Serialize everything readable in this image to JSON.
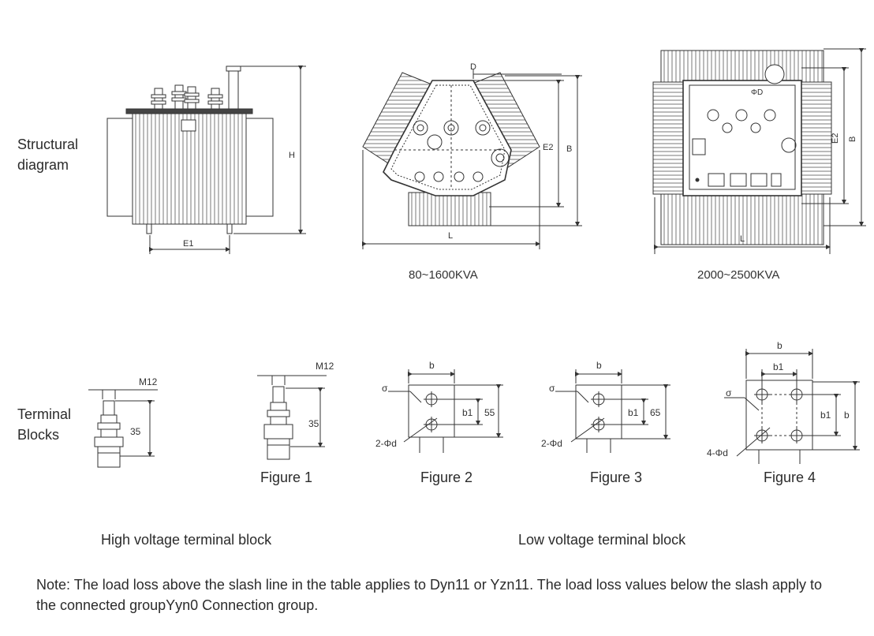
{
  "labels": {
    "structural": "Structural\ndiagram",
    "terminal": "Terminal\nBlocks"
  },
  "diagrams": {
    "d1": {
      "h": "H",
      "e1": "E1"
    },
    "d2": {
      "d": "D",
      "e2": "E2",
      "b": "B",
      "l": "L",
      "caption": "80~1600KVA"
    },
    "d3": {
      "phi": "ΦD",
      "e2": "E2",
      "b": "B",
      "l": "L",
      "caption": "2000~2500KVA"
    }
  },
  "terminals": {
    "hv1": {
      "m": "M12",
      "dim": "35"
    },
    "hv2": {
      "m": "M12",
      "dim": "35",
      "caption": "Figure 1"
    },
    "lv2": {
      "b": "b",
      "b1": "b1",
      "dim": "55",
      "sigma": "σ",
      "holes": "2-Φd",
      "caption": "Figure 2"
    },
    "lv3": {
      "b": "b",
      "b1": "b1",
      "dim": "65",
      "sigma": "σ",
      "holes": "2-Φd",
      "caption": "Figure 3"
    },
    "lv4": {
      "b": "b",
      "b1top": "b1",
      "b1": "b1",
      "bright": "b",
      "sigma": "σ",
      "holes": "4-Φd",
      "caption": "Figure 4"
    }
  },
  "sublabels": {
    "hv": "High voltage terminal block",
    "lv": "Low voltage terminal block"
  },
  "note": "Note: The load loss above the slash line in the table applies to Dyn11 or Yzn11. The load loss values below the slash apply to the connected groupYyn0 Connection group."
}
